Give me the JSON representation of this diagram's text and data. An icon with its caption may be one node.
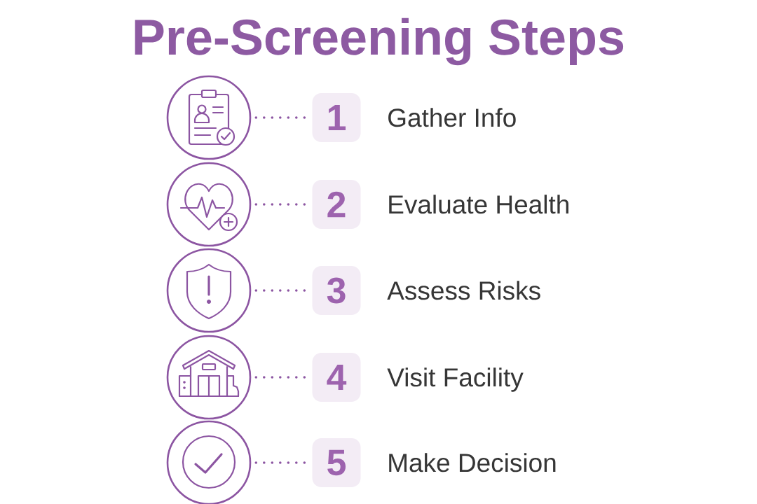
{
  "diagram": {
    "title": "Pre-Screening Steps",
    "nodes": [
      {
        "text": [],
        "shape": "circle"
      },
      {
        "text": [
          "1"
        ],
        "beside": [
          "Gather Info"
        ]
      },
      {
        "text": [],
        "shape": "circle"
      },
      {
        "text": [
          "2"
        ],
        "beside": [
          "Evaluate Health"
        ]
      },
      {
        "text": [],
        "shape": "circle"
      },
      {
        "text": [
          "3"
        ],
        "beside": [
          "Assess Risks"
        ]
      },
      {
        "text": [],
        "shape": "circle"
      },
      {
        "text": [
          "4"
        ],
        "beside": [
          "Visit Facility"
        ]
      },
      {
        "text": [],
        "shape": "circle"
      },
      {
        "text": [
          "5"
        ],
        "beside": [
          "Make Decision"
        ]
      }
    ],
    "edges": [
      {
        "from": 0,
        "to": 1,
        "arrow": "none"
      },
      {
        "from": 2,
        "to": 3,
        "arrow": "none"
      },
      {
        "from": 4,
        "to": 5,
        "arrow": "none"
      },
      {
        "from": 6,
        "to": 7,
        "arrow": "none"
      },
      {
        "from": 8,
        "to": 9,
        "arrow": "none"
      }
    ]
  }
}
